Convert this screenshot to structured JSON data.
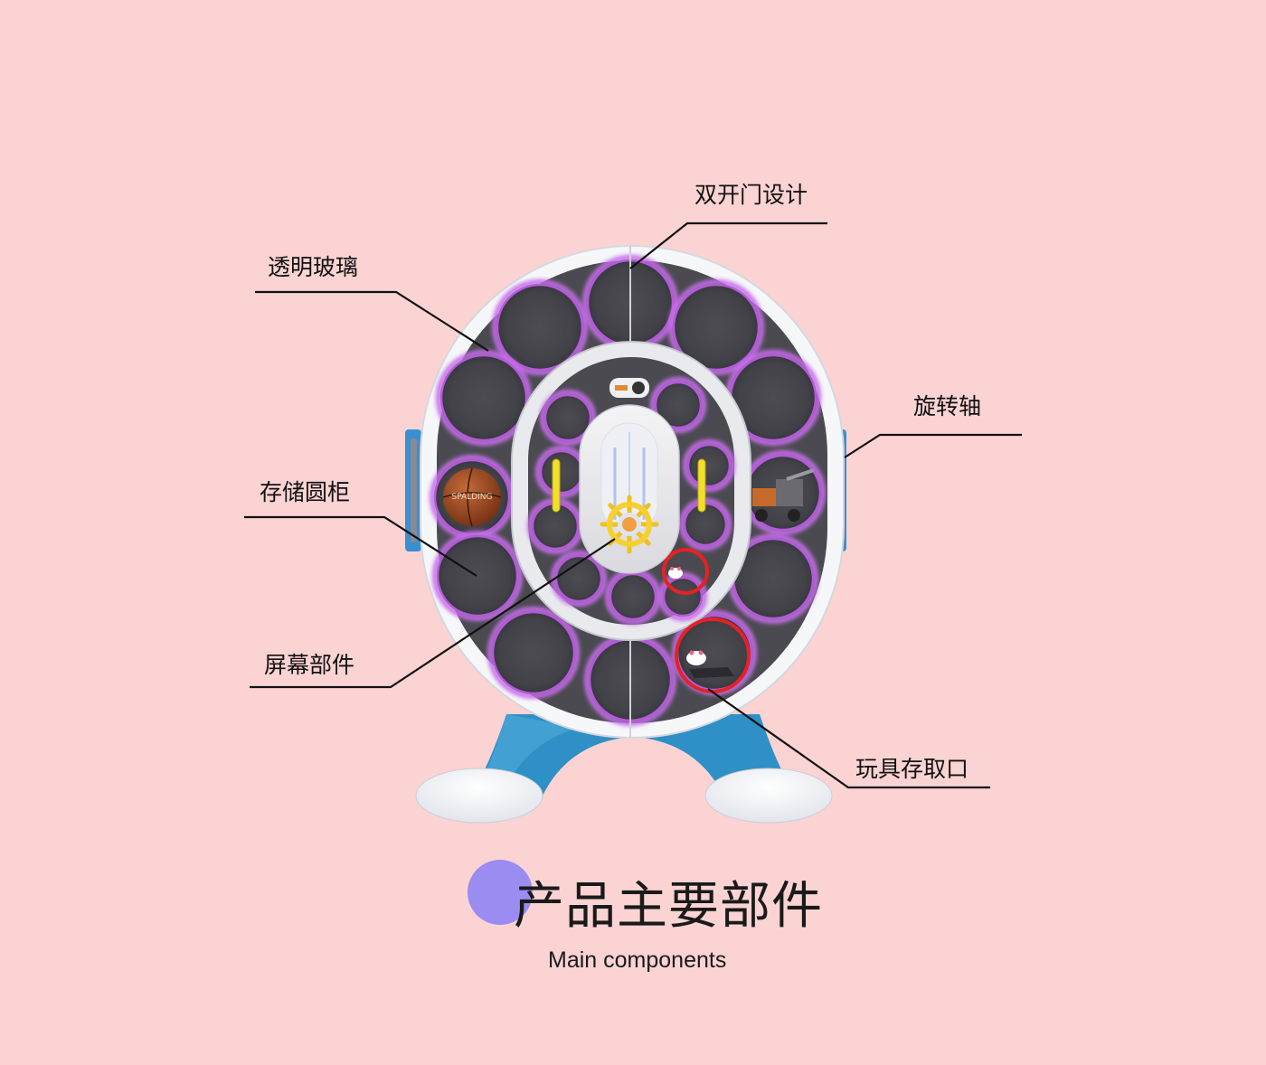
{
  "labels": {
    "double_door": "双开门设计",
    "glass": "透明玻璃",
    "axis": "旋转轴",
    "cabinet": "存储圆柜",
    "screen": "屏幕部件",
    "toy_port": "玩具存取口"
  },
  "ball_brand": "SPALDING",
  "title": {
    "main": "产品主要部件",
    "sub": "Main components"
  },
  "colors": {
    "background": "#fbd3d3",
    "shell": "#f6f7f9",
    "glass": "#4a4a50",
    "ring_glow": "#c56ee8",
    "base": "#2f8fc7",
    "accent_dot": "#9a8cf0",
    "highlight_ring": "#e52222",
    "handle": "#f0e02a"
  }
}
